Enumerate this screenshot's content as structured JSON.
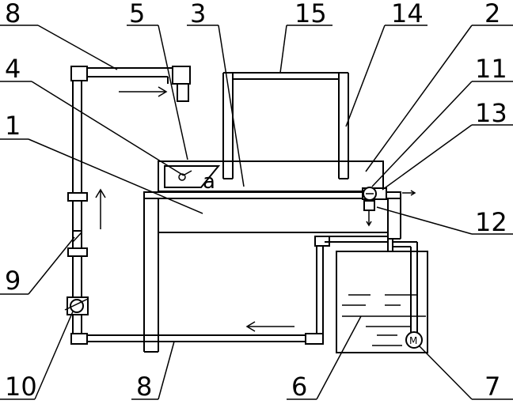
{
  "labels": {
    "l1": "1",
    "l2": "2",
    "l3": "3",
    "l4": "4",
    "l5": "5",
    "l6": "6",
    "l7": "7",
    "l8_top": "8",
    "l8_bottom": "8",
    "l9": "9",
    "l10": "10",
    "l11": "11",
    "l12": "12",
    "l13": "13",
    "l14": "14",
    "l15": "15"
  },
  "markers": {
    "a": "a",
    "motor": "M"
  }
}
